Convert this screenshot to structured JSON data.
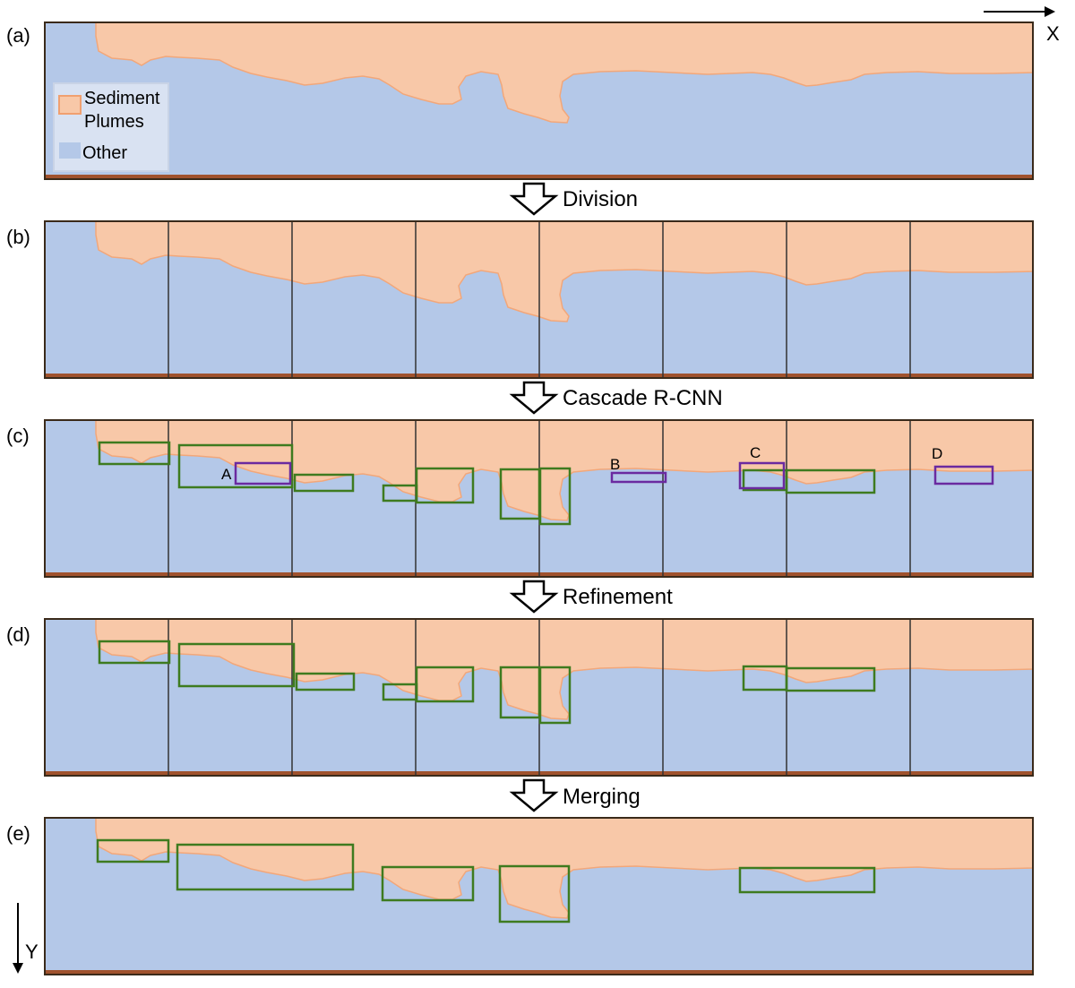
{
  "axes": {
    "x_label": "X",
    "y_label": "Y"
  },
  "legend": {
    "items": [
      {
        "label_line1": "Sediment",
        "label_line2": "Plumes",
        "color": "#f8c8a8",
        "border": "#f0a070"
      },
      {
        "label_line1": "Other",
        "label_line2": "",
        "color": "#b4c8e8",
        "border": "#b4c8e8"
      }
    ]
  },
  "colors": {
    "plume": "#f8c8a8",
    "plume_edge": "#f2a77a",
    "water": "#b4c8e8",
    "frame": "#3a2a1a",
    "bottom_strip": "#a0522d",
    "detection_box": "#3e7b1f",
    "false_box": "#6a2aa0",
    "grid": "#333333"
  },
  "panels": [
    {
      "id": "a",
      "label": "(a)",
      "tiles": 1
    },
    {
      "id": "b",
      "label": "(b)",
      "tiles": 8
    },
    {
      "id": "c",
      "label": "(c)",
      "tiles": 8
    },
    {
      "id": "d",
      "label": "(d)",
      "tiles": 8
    },
    {
      "id": "e",
      "label": "(e)",
      "tiles": 1
    }
  ],
  "steps": [
    {
      "label": "Division"
    },
    {
      "label": "Cascade R-CNN"
    },
    {
      "label": "Refinement"
    },
    {
      "label": "Merging"
    }
  ],
  "false_box_letters": [
    "A",
    "B",
    "C",
    "D"
  ]
}
